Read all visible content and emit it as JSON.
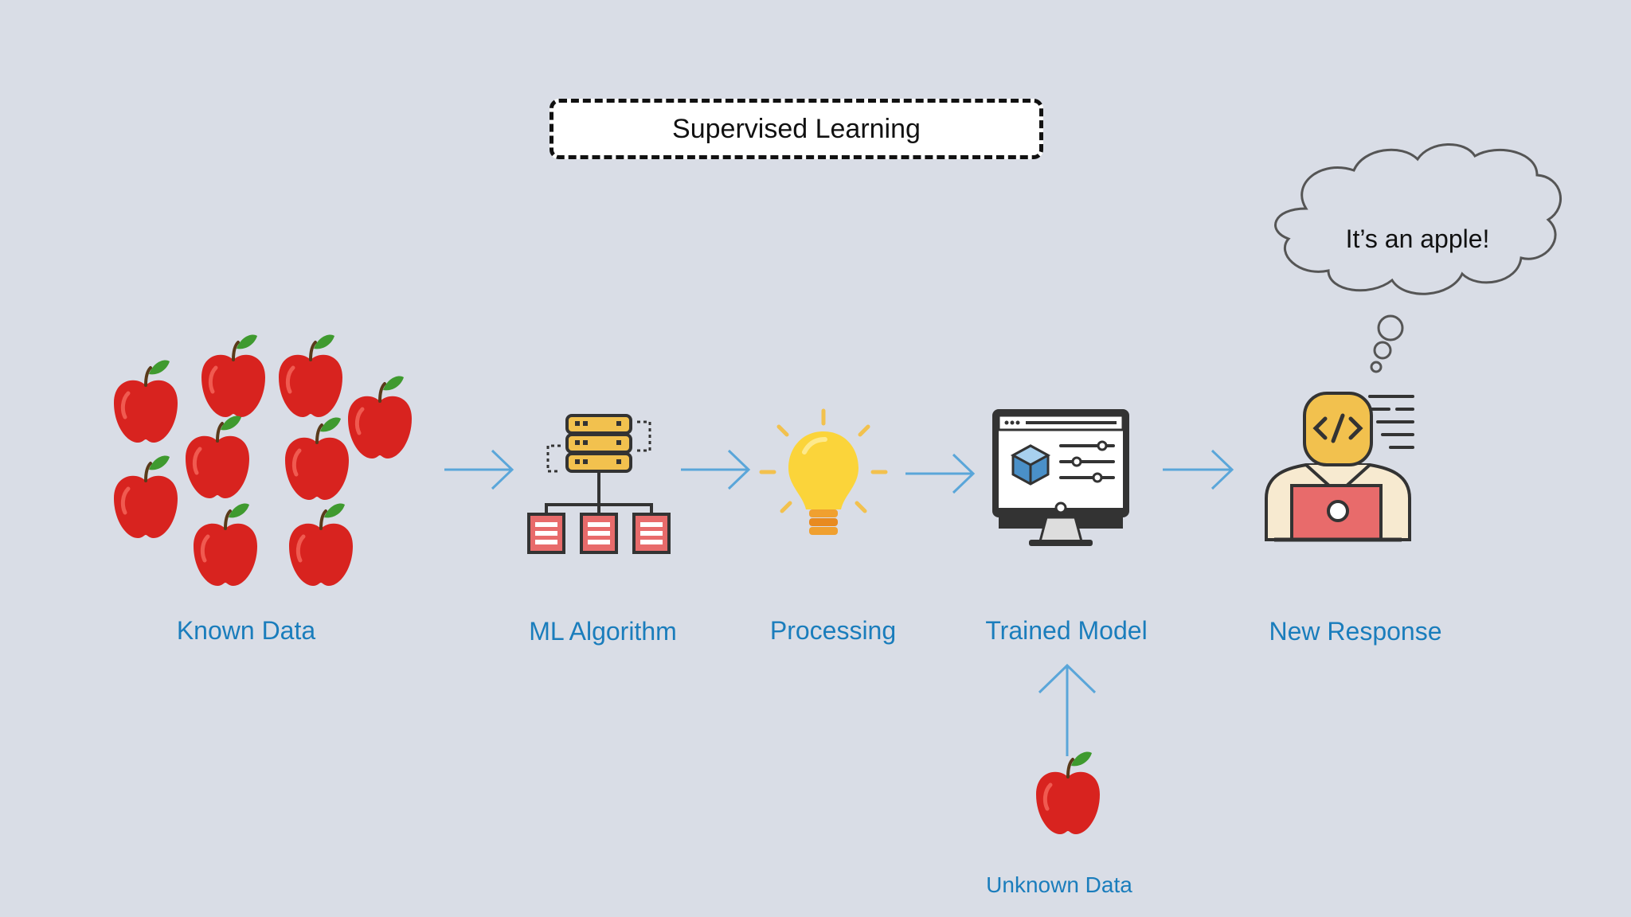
{
  "title": "Supervised Learning",
  "stages": [
    {
      "id": "known-data",
      "label": "Known Data"
    },
    {
      "id": "ml-algorithm",
      "label": "ML Algorithm"
    },
    {
      "id": "processing",
      "label": "Processing"
    },
    {
      "id": "trained-model",
      "label": "Trained Model"
    },
    {
      "id": "new-response",
      "label": "New Response"
    }
  ],
  "unknown_data_label": "Unknown Data",
  "thought_bubble_text": "It’s an apple!",
  "colors": {
    "background": "#d9dde6",
    "label_blue": "#1a7dbc",
    "arrow_blue": "#5aa6d9",
    "apple_red": "#d8231f",
    "leaf_green": "#3f9a2f",
    "server_yellow": "#f2c14e",
    "doc_red": "#e86b6b"
  },
  "icons": [
    "apple-icon",
    "server-network-icon",
    "lightbulb-icon",
    "monitor-model-icon",
    "developer-icon",
    "thought-bubble-icon"
  ]
}
